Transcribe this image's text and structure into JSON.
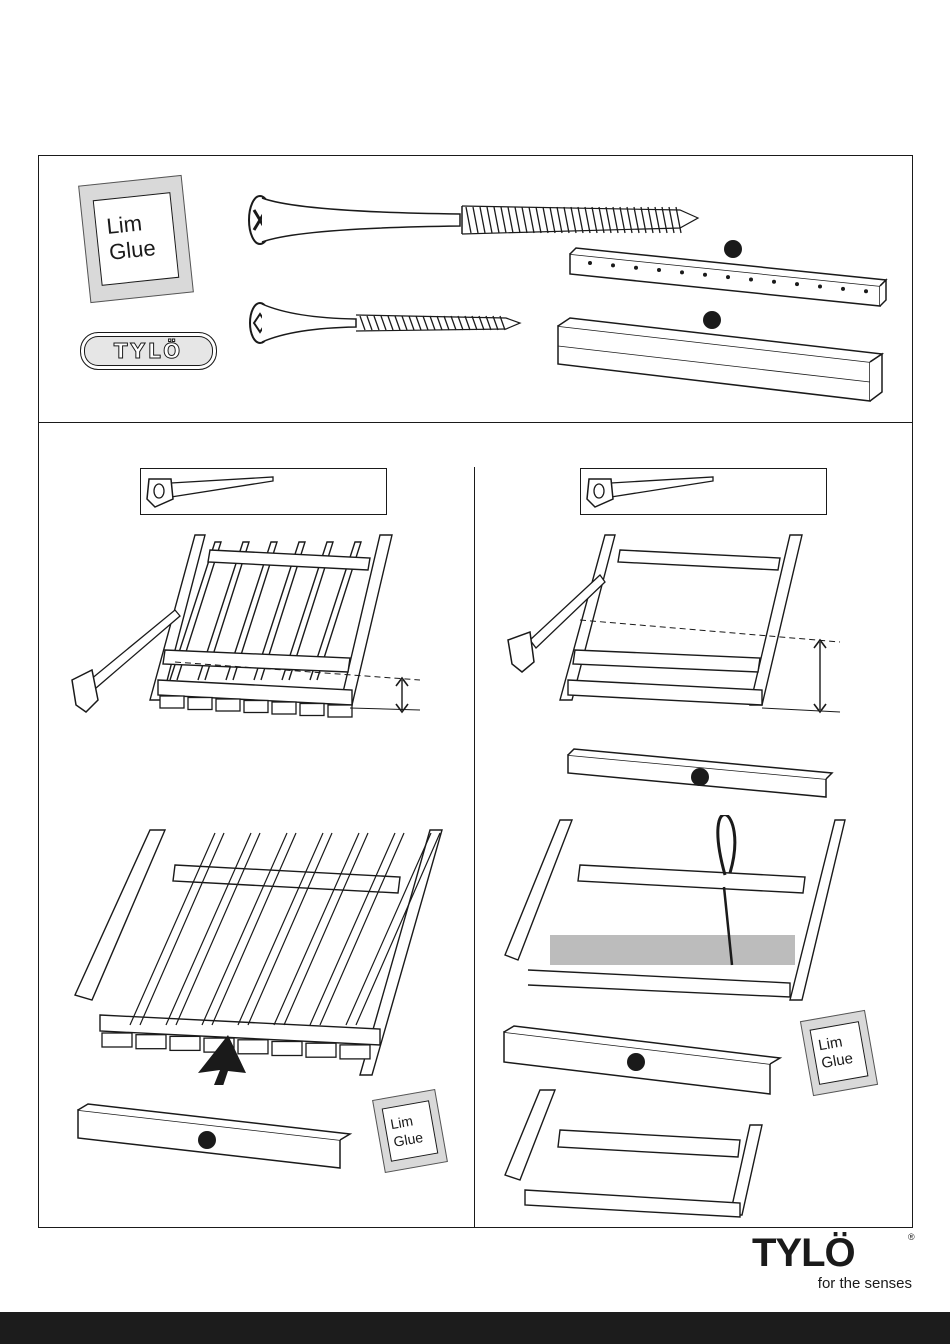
{
  "parts_panel": {
    "glue_box": {
      "line1": "Lim",
      "line2": "Glue"
    },
    "tylo_badge": "TYLÖ"
  },
  "steps": {
    "left_bottom_glue": {
      "line1": "Lim",
      "line2": "Glue"
    },
    "right_glue": {
      "line1": "Lim",
      "line2": "Glue"
    }
  },
  "brand": {
    "logo": "TYLÖ",
    "registered": "®",
    "tagline": "for the senses"
  },
  "colors": {
    "ink": "#1a1a1a",
    "footer": "#1c1c1c",
    "highlight": "#b5b5b5"
  }
}
